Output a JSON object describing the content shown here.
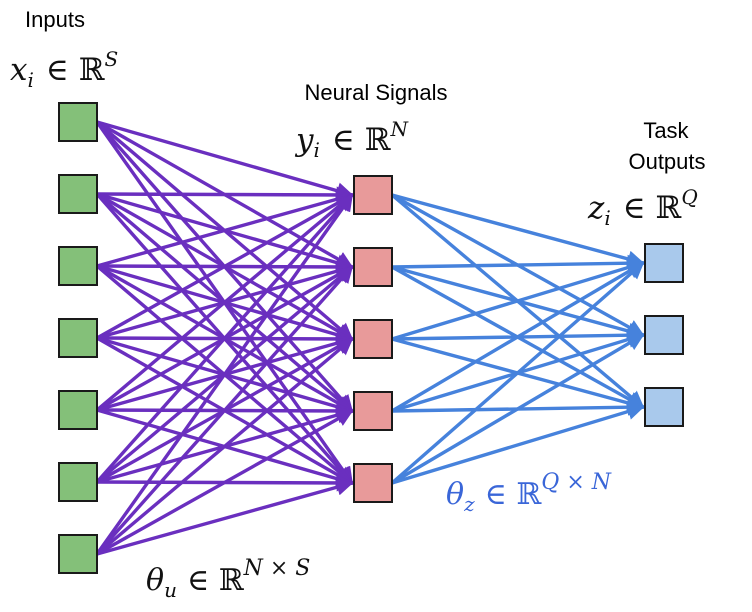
{
  "layers": {
    "inputs": {
      "title": [
        "Inputs"
      ],
      "math": "x_i ∈ ℝ^S",
      "math_parts": {
        "base": "x",
        "sub": "i",
        "set": "∈ ℝ",
        "sup": "S"
      },
      "node_count": 7,
      "node_color": "#84c079"
    },
    "signals": {
      "title": [
        "Neural Signals"
      ],
      "math": "y_i ∈ ℝ^N",
      "math_parts": {
        "base": "y",
        "sub": "i",
        "set": "∈ ℝ",
        "sup": "N"
      },
      "node_count": 5,
      "node_color": "#e89a9a"
    },
    "outputs": {
      "title": [
        "Task",
        "Outputs"
      ],
      "math": "z_i ∈ ℝ^Q",
      "math_parts": {
        "base": "z",
        "sub": "i",
        "set": "∈ ℝ",
        "sup": "Q"
      },
      "node_count": 3,
      "node_color": "#a9c9ec"
    }
  },
  "weights": {
    "input_to_signal": {
      "math": "θ_u ∈ ℝ^{N×S}",
      "math_parts": {
        "base": "θ",
        "sub": "u",
        "set": "∈ ℝ",
        "sup": "N × S"
      },
      "edge_color": "#6a2fbf"
    },
    "signal_to_output": {
      "math": "θ_z ∈ ℝ^{Q×N}",
      "math_parts": {
        "base": "θ",
        "sub": "z",
        "set": "∈ ℝ",
        "sup": "Q × N"
      },
      "edge_color": "#4682dc"
    }
  }
}
